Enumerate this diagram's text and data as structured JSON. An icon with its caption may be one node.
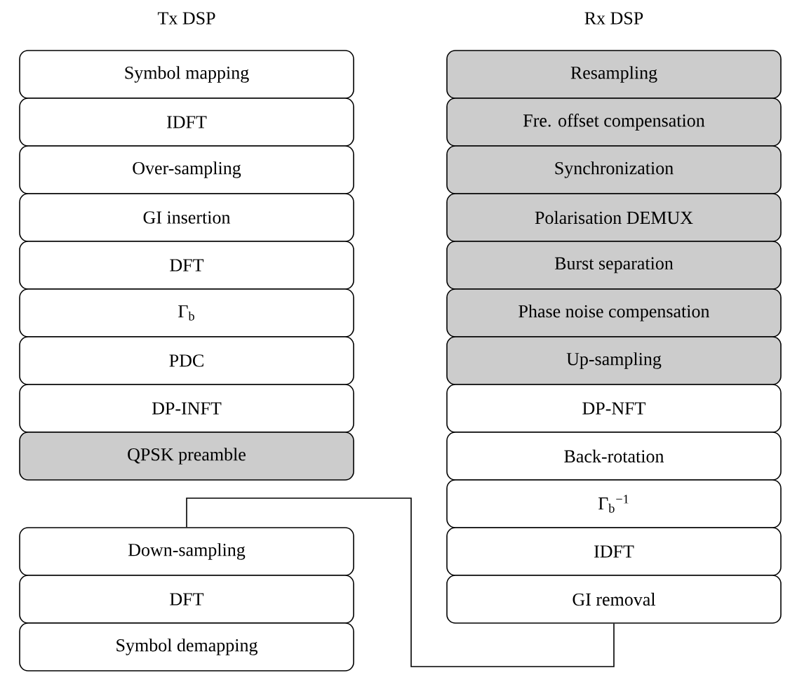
{
  "diagram": {
    "nodes": [
      {
        "text": [
          "Symbol mapping"
        ]
      },
      {
        "text": [
          "IDFT"
        ]
      },
      {
        "text": [
          "Over-sampling"
        ]
      },
      {
        "text": [
          "GI insertion"
        ]
      },
      {
        "text": [
          "DFT"
        ]
      },
      {
        "text": [
          "Γ$_{b}$"
        ]
      },
      {
        "text": [
          "PDC"
        ]
      },
      {
        "text": [
          "DP-INFT"
        ]
      },
      {
        "text": [
          "QPSK preamble"
        ]
      },
      {
        "text": [
          "Resampling"
        ]
      },
      {
        "text": [
          "Fre. offset compensation"
        ]
      },
      {
        "text": [
          "Synchronization"
        ]
      },
      {
        "text": [
          "Polarisation DEMUX"
        ]
      },
      {
        "text": [
          "Burst separation"
        ]
      },
      {
        "text": [
          "Phase noise compensation"
        ]
      },
      {
        "text": [
          "Up-sampling"
        ]
      },
      {
        "text": [
          "DP-NFT"
        ]
      },
      {
        "text": [
          "Back-rotation"
        ]
      },
      {
        "text": [
          "Γ$_{b}$$^{−1}$"
        ]
      },
      {
        "text": [
          "IDFT"
        ]
      },
      {
        "text": [
          "GI removal"
        ]
      },
      {
        "text": [
          "Down-sampling"
        ]
      },
      {
        "text": [
          "DFT"
        ]
      },
      {
        "text": [
          "Symbol demapping"
        ]
      }
    ],
    "edges": [
      {
        "from": 20,
        "to": 21,
        "arrow": "none"
      }
    ],
    "labels": [
      "Tx DSP",
      "Rx DSP"
    ]
  }
}
